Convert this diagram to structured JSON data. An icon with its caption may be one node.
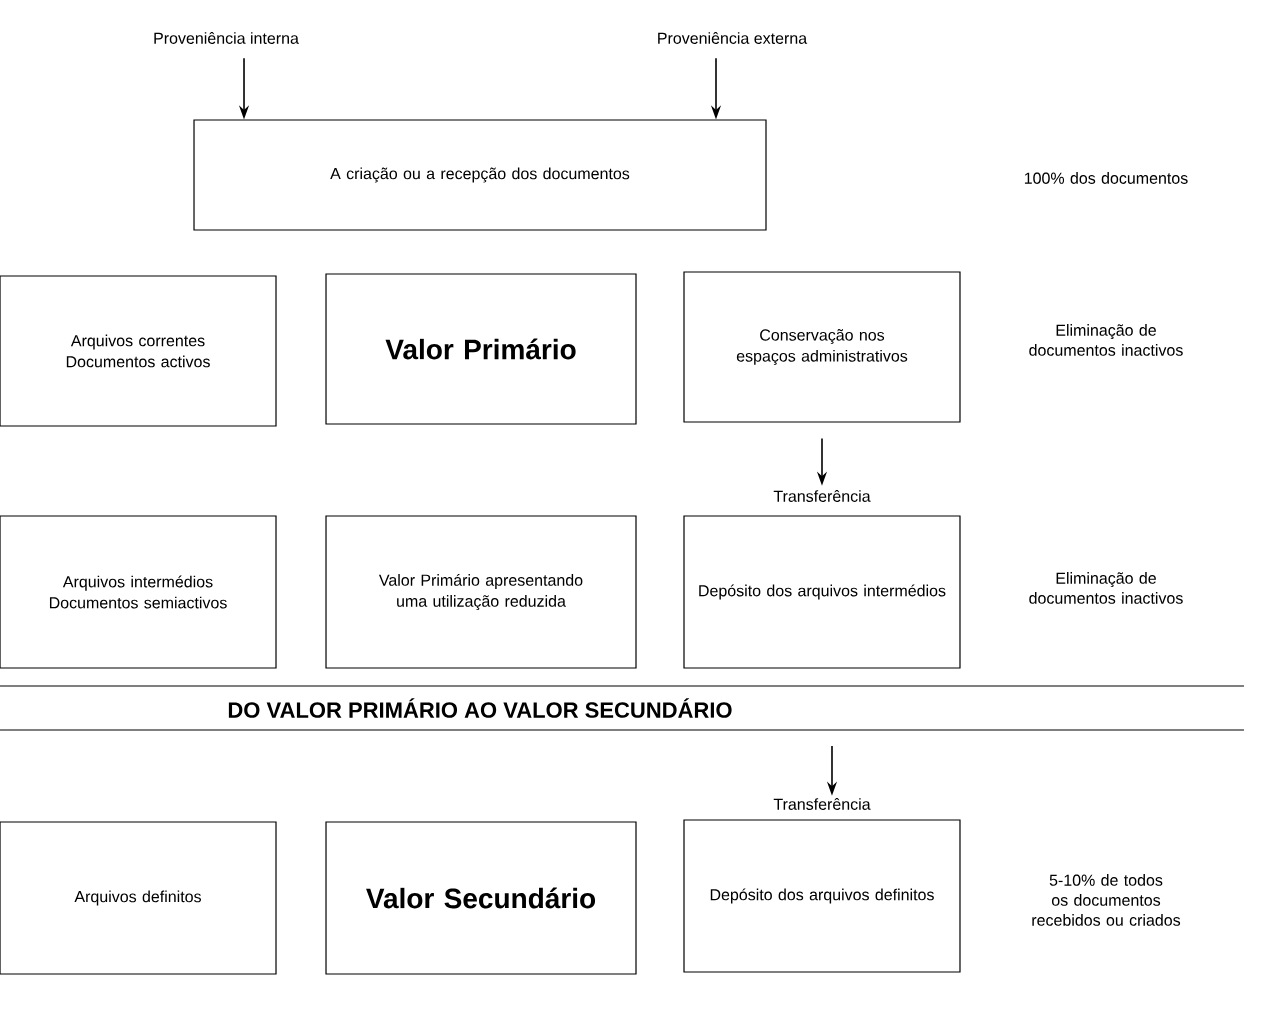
{
  "diagram": {
    "nodes": [
      {
        "text": [
          "Proveniência interna"
        ]
      },
      {
        "text": [
          "Proveniência externa"
        ]
      },
      {
        "text": [
          "A criação ou a recepção dos documentos"
        ]
      },
      {
        "text": [
          "Arquivos correntes",
          "Documentos activos"
        ]
      },
      {
        "text": [
          "Valor Primário"
        ]
      },
      {
        "text": [
          "Conservação nos espaços administrativos"
        ]
      },
      {
        "text": [
          "Transferência"
        ]
      },
      {
        "text": [
          "Arquivos intermédios",
          "Documentos semiactivos"
        ]
      },
      {
        "text": [
          "Valor Primário apresentando uma utilização reduzida"
        ]
      },
      {
        "text": [
          "Depósito dos arquivos intermédios"
        ]
      },
      {
        "text": [
          "Transferência"
        ]
      },
      {
        "text": [
          "Arquivos definitos"
        ]
      },
      {
        "text": [
          "Valor Secundário"
        ]
      },
      {
        "text": [
          "Depósito dos arquivos definitos"
        ]
      }
    ],
    "edges": [
      {
        "from": 0,
        "to": 2,
        "arrow": "to"
      },
      {
        "from": 1,
        "to": 2,
        "arrow": "to"
      },
      {
        "from": 5,
        "to": 6,
        "arrow": "to"
      },
      {
        "from": null,
        "to": 10,
        "arrow": "to"
      }
    ],
    "labels": [
      "100% dos documentos",
      "Eliminação de documentos inactivos",
      "Eliminação de documentos inactivos",
      "DO VALOR PRIMÁRIO AO VALOR SECUNDÁRIO",
      "5-10% de todos os documentos recebidos ou criados"
    ]
  }
}
